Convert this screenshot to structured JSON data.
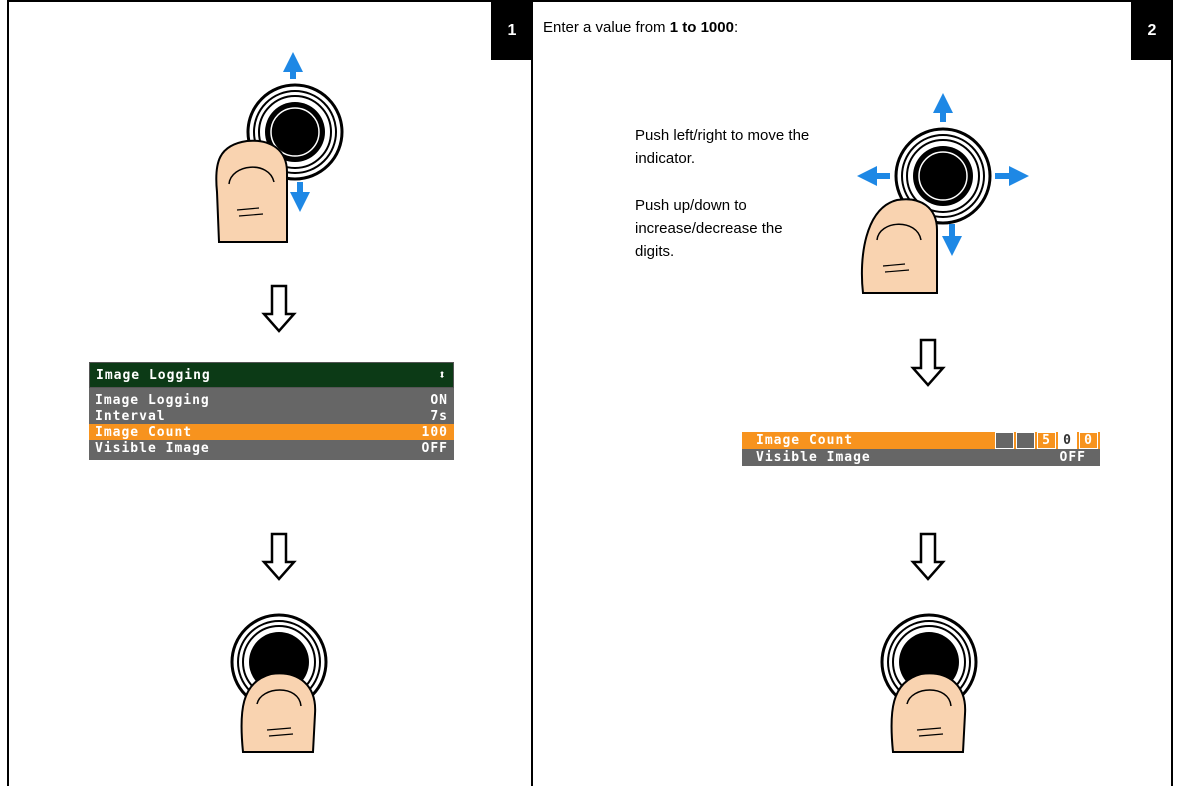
{
  "steps": [
    {
      "number": "1",
      "menu": {
        "title": "Image Logging",
        "header_icon": "updown-arrows-icon",
        "items": [
          {
            "label": "Image Logging",
            "value": "ON"
          },
          {
            "label": "Interval",
            "value": "7s"
          },
          {
            "label": "Image Count",
            "value": "100",
            "selected": true
          },
          {
            "label": "Visible Image",
            "value": "OFF"
          }
        ]
      }
    },
    {
      "number": "2",
      "intro_prefix": "Enter a value from ",
      "intro_bold": "1 to 1000",
      "intro_suffix": ":",
      "note_move": "Push left/right to move the indicator.",
      "note_adjust": "Push up/down to increase/decrease the digits.",
      "edit_menu": {
        "items": [
          {
            "label": "Image Count",
            "selected": true
          },
          {
            "label": "Visible Image",
            "value": "OFF"
          }
        ],
        "digits": [
          "",
          "",
          "5",
          "0",
          "0"
        ]
      }
    }
  ],
  "colors": {
    "arrow": "#1e88e5",
    "highlight": "#f7931e",
    "header": "#0c3a16",
    "lcd_body": "#666666"
  }
}
